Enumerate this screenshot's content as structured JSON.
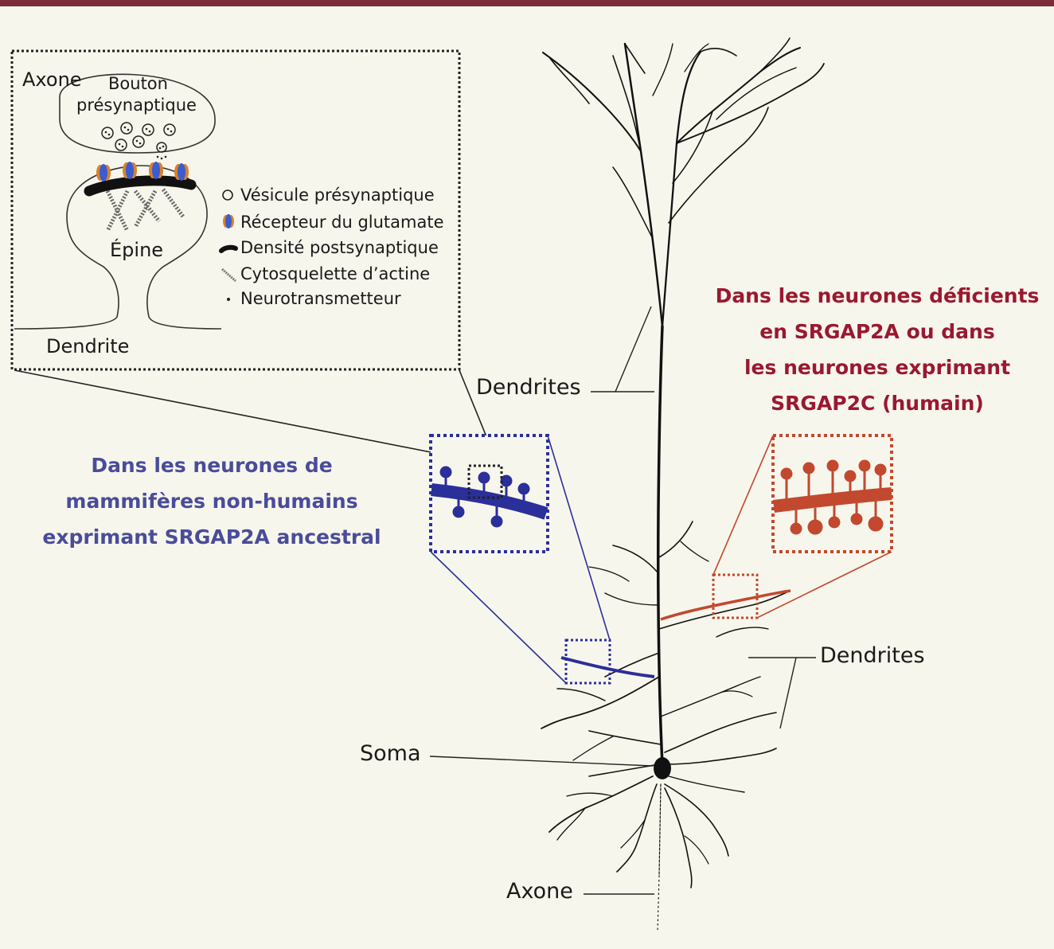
{
  "colors": {
    "background": "#f7f6ec",
    "top_bar": "#7a2e3a",
    "blue": "#2b2f9a",
    "blue_caption": "#4a4c9a",
    "red": "#c2492e",
    "red_caption": "#9a1830",
    "receptor_blue": "#3b5bd0",
    "receptor_orange": "#d9822b"
  },
  "inset": {
    "axone": "Axone",
    "bouton": [
      "Bouton",
      "présynaptique"
    ],
    "epine": "Épine",
    "dendrite": "Dendrite"
  },
  "legend": [
    {
      "icon": "vesicle-icon",
      "label": "Vésicule présynaptique"
    },
    {
      "icon": "receptor-icon",
      "label": "Récepteur du glutamate"
    },
    {
      "icon": "psd-icon",
      "label": "Densité postsynaptique"
    },
    {
      "icon": "actin-icon",
      "label": "Cytosquelette d’actine"
    },
    {
      "icon": "dot-icon",
      "label": "Neurotransmetteur"
    }
  ],
  "neuron": {
    "dendrites_apical": "Dendrites",
    "dendrites_basal": "Dendrites",
    "soma": "Soma",
    "axone": "Axone"
  },
  "captions": {
    "blue": [
      "Dans les neurones de",
      "mammifères non-humains",
      "exprimant SRGAP2A ancestral"
    ],
    "red": [
      "Dans les neurones déficients",
      "en SRGAP2A ou dans",
      "les neurones exprimant",
      "SRGAP2C (humain)"
    ]
  }
}
